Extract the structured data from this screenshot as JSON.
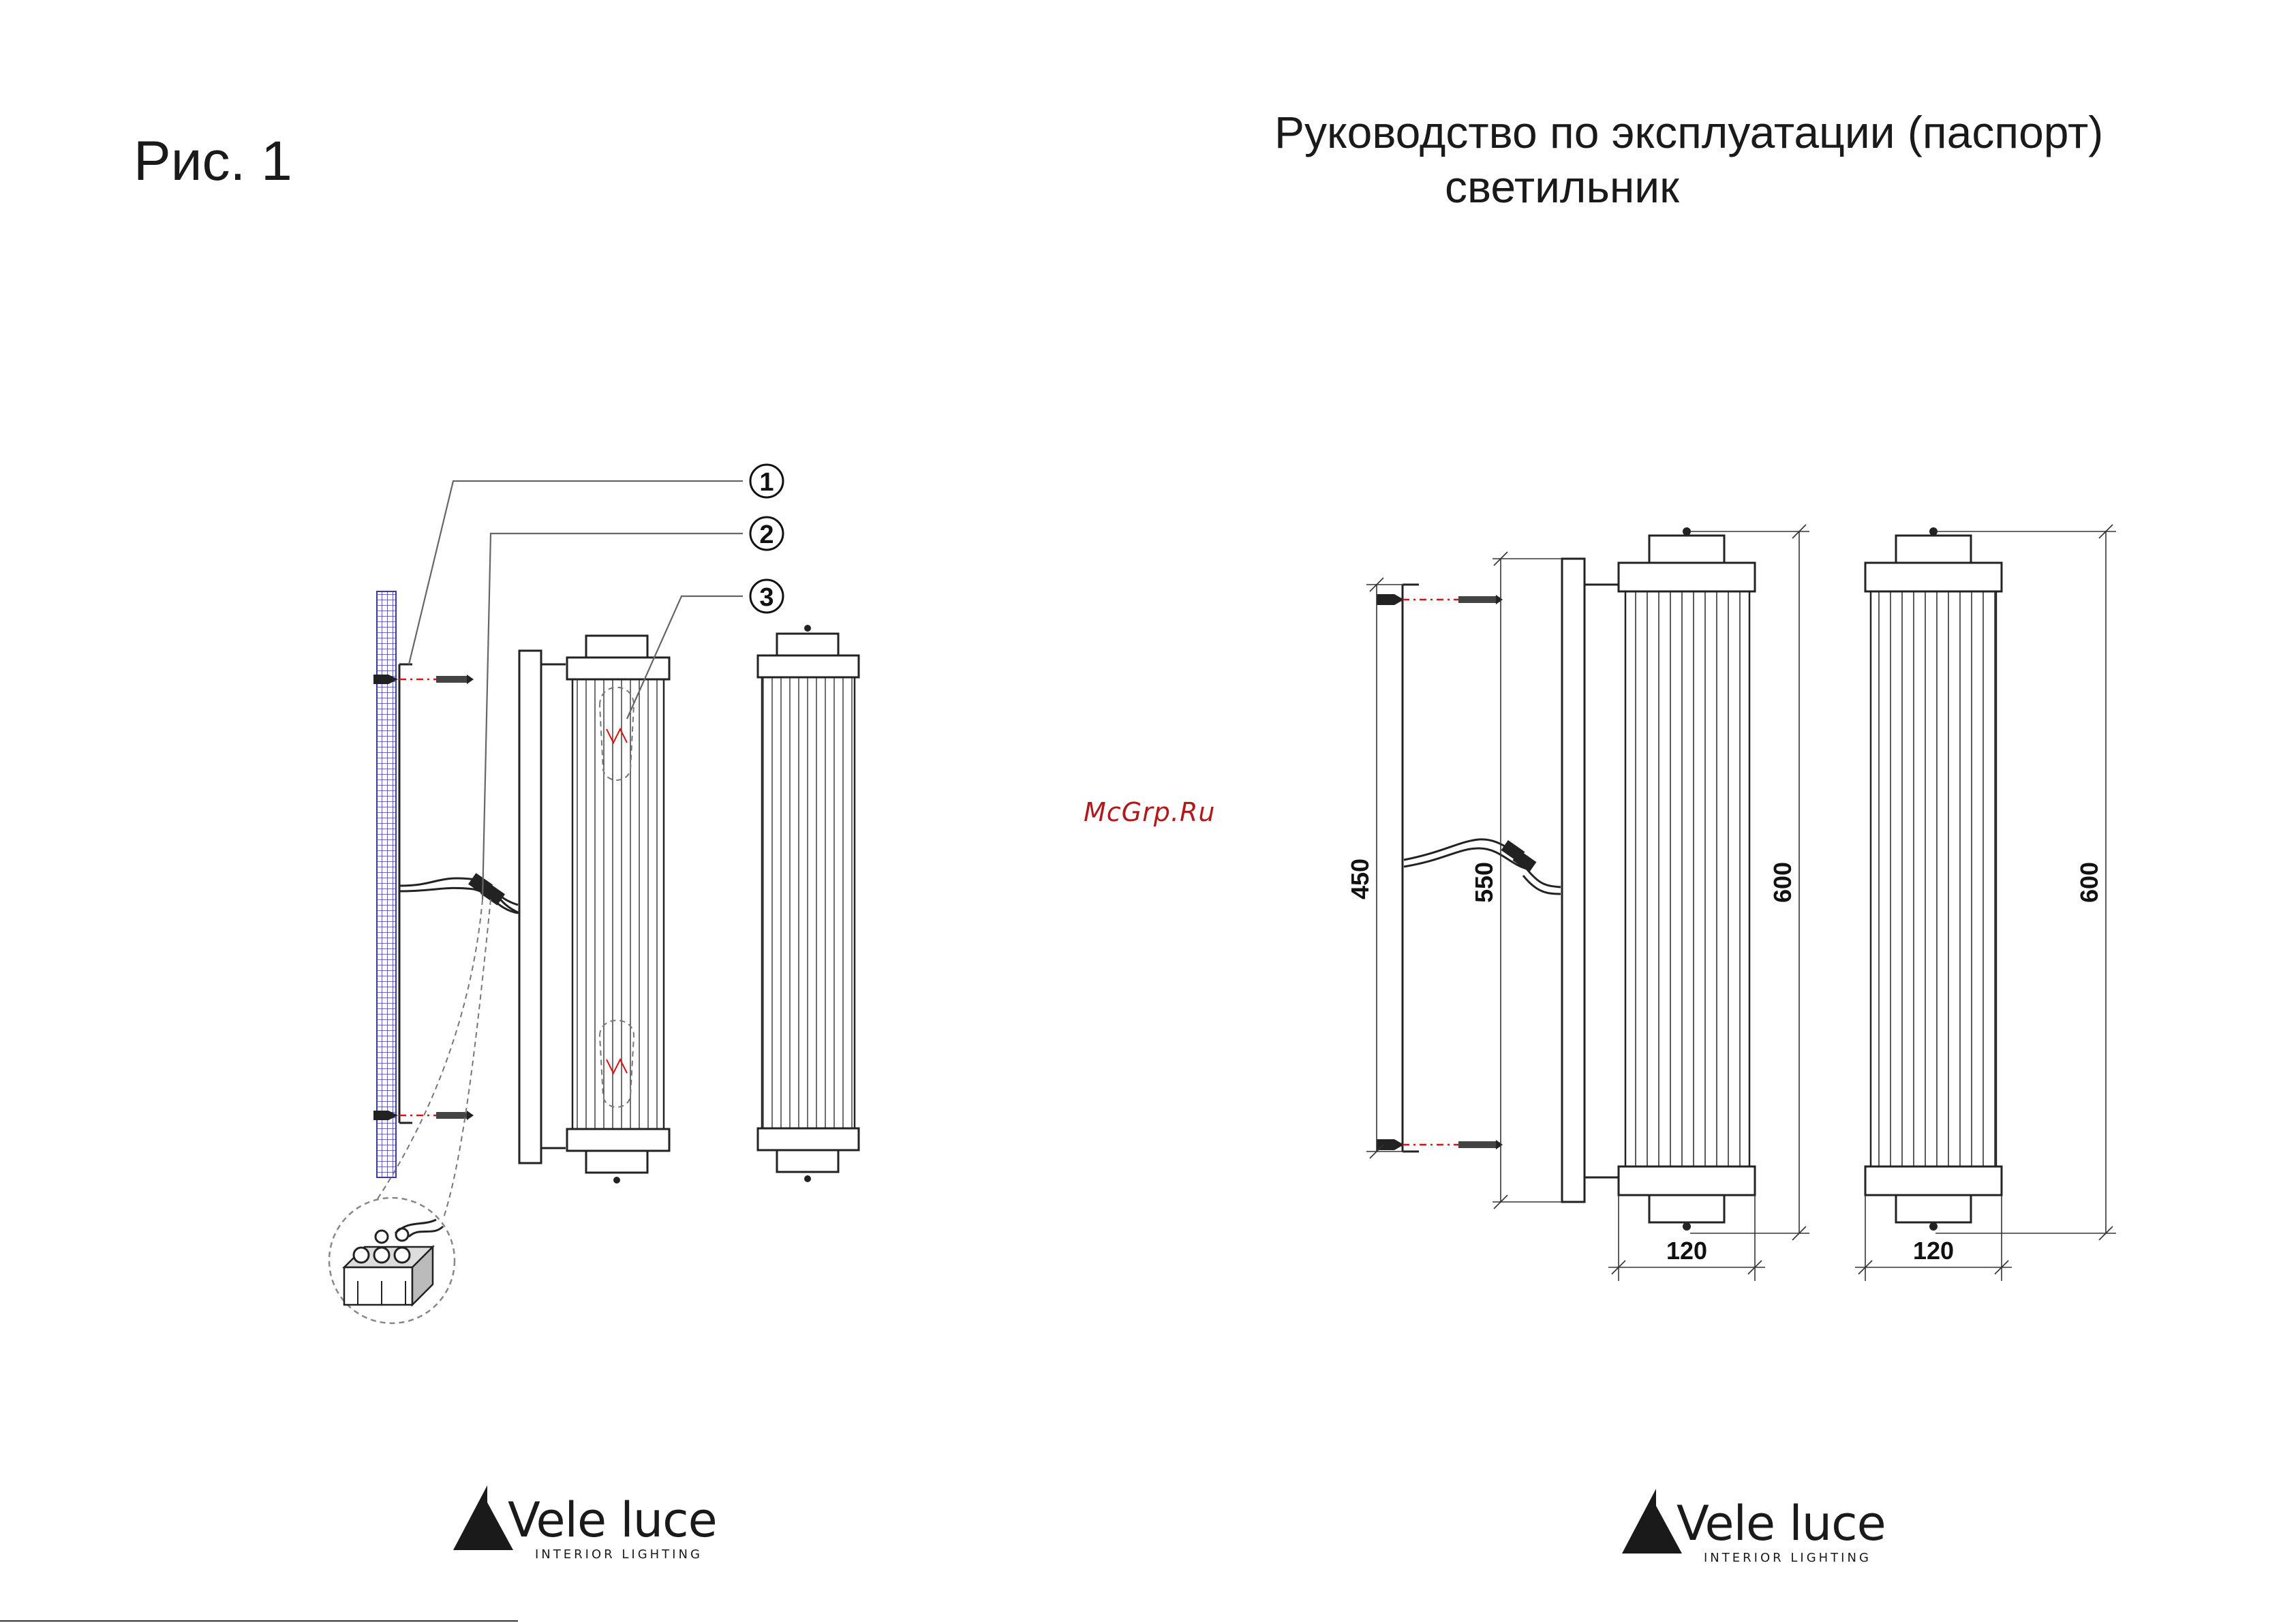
{
  "page": {
    "figure_label": "Рис. 1",
    "title": "Руководство по эксплуатации (паспорт)",
    "subtitle": "светильник",
    "watermark": "McGrp.Ru"
  },
  "callouts": [
    "1",
    "2",
    "3"
  ],
  "dimensions": {
    "mount_height": "450",
    "backplate_height": "550",
    "total_height_front": "600",
    "total_height_side": "600",
    "width_front": "120",
    "width_side": "120"
  },
  "brand": {
    "name": "Vele luce",
    "tagline": "INTERIOR LIGHTING"
  },
  "colors": {
    "line": "#222222",
    "wall": "#3a3aa8",
    "axis_red": "#d11111"
  }
}
